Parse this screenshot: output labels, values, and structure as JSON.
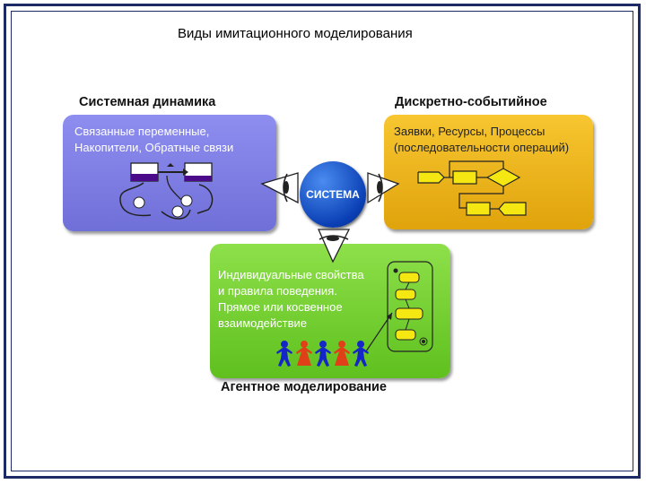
{
  "slide_title": "Виды имитационного моделирования",
  "system_label": "СИСТЕМА",
  "system_dynamics": {
    "heading": "Системная динамика",
    "text": "Связанные переменные,\nНакопители, Обратные связи"
  },
  "discrete_event": {
    "heading": "Дискретно-событийное",
    "text": "Заявки, Ресурсы, Процессы\n(последовательности операций)"
  },
  "agent_based": {
    "heading": "Агентное моделирование",
    "text": "Индивидуальные свойства\nи правила поведения.\nПрямое или косвенное\nвзаимодействие"
  },
  "colors": {
    "system_dynamics_box": "#7b7be0",
    "discrete_event_box": "#f0b820",
    "agent_based_box": "#74d034",
    "system_circle": "#1a55d0",
    "frame": "#1c2a66",
    "agent_blue": "#1526c8",
    "agent_red": "#e04018"
  }
}
